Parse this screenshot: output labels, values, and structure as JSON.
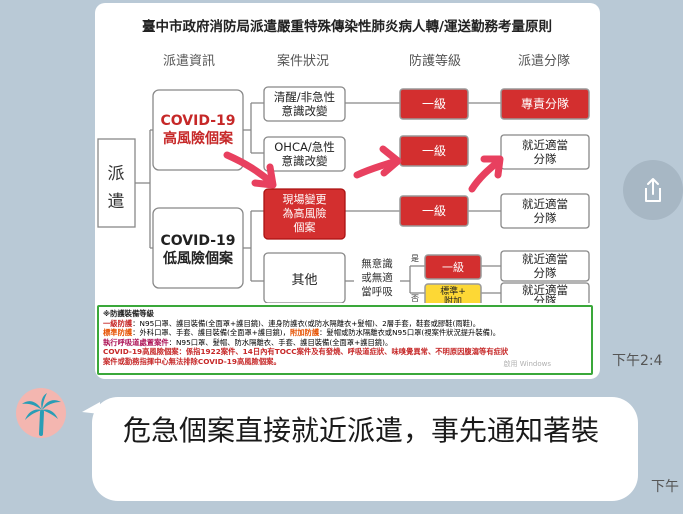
{
  "image": {
    "title": "臺中市政府消防局派遣嚴重特殊傳染性肺炎病人轉/運送勤務考量原則",
    "headers": [
      "派遣資訊",
      "案件狀況",
      "防護等級",
      "派遣分隊"
    ],
    "dispatch_label_1": "派",
    "dispatch_label_2": "遣",
    "case_high_1": "COVID-19",
    "case_high_2": "高風險個案",
    "case_low_1": "COVID-19",
    "case_low_2": "低風險個案",
    "status_1a": "清醒/非急性",
    "status_1b": "意識改變",
    "status_2a": "OHCA/急性",
    "status_2b": "意識改變",
    "status_3a": "現場變更",
    "status_3b": "為高風險",
    "status_3c": "個案",
    "status_4": "其他",
    "sub_a": "無意識",
    "sub_b": "或無適",
    "sub_c": "當呼吸",
    "yes": "是",
    "no": "否",
    "level_1": "一級",
    "level_2": "一級",
    "level_3": "一級",
    "level_4": "一級",
    "level_5a": "標準+",
    "level_5b": "附加",
    "unit_1": "專責分隊",
    "unit_2a": "就近適當",
    "unit_2b": "分隊",
    "unit_3a": "就近適當",
    "unit_3b": "分隊",
    "unit_4a": "就近適當",
    "unit_4b": "分隊",
    "unit_5a": "就近適當",
    "unit_5b": "分隊",
    "legend_title": "※防護裝備等級",
    "legend_l1_label": "一級防護",
    "legend_l1": "：N95口罩、護目裝備(全面罩+護目鏡)、連身防護衣(或防水隔離衣+髮帽)、2層手套，鞋套或膠鞋(雨鞋)。",
    "legend_l2_label": "標準防護",
    "legend_l2": "：外科口罩、手套、護目裝備(全面罩+護目鏡)，",
    "legend_l2b_label": "附加防護",
    "legend_l2b": "：髮帽或防水隔離衣或N95口罩(視案件狀況提升裝備)。",
    "legend_l3_label": "執行呼吸道處置案件",
    "legend_l3": "：N95口罩、髮帽、防水隔離衣、手套、護目裝備(全面罩+護目鏡)。",
    "legend_l4": "COVID-19高風險個案：係指1922案件、14日內有TOCC案件及有發燒、呼吸道症狀、味嗅覺異常、不明原因腹瀉等有症狀",
    "legend_l5": "案件或勤務指揮中心無法排除COVID-19高風險個案。",
    "watermark": "啟用 Windows"
  },
  "timestamp_1": "下午2:4",
  "message_text": "危急個案直接就近派遣，事先通知著裝",
  "timestamp_2": "下午",
  "colors": {
    "chat_bg": "#b9c9d6",
    "red_box": "#d32f2f",
    "arrow": "#e8405f",
    "yellow": "#fdd835",
    "legend_border": "#3aa83a"
  },
  "icons": [
    "share-icon",
    "palm-tree-icon"
  ]
}
